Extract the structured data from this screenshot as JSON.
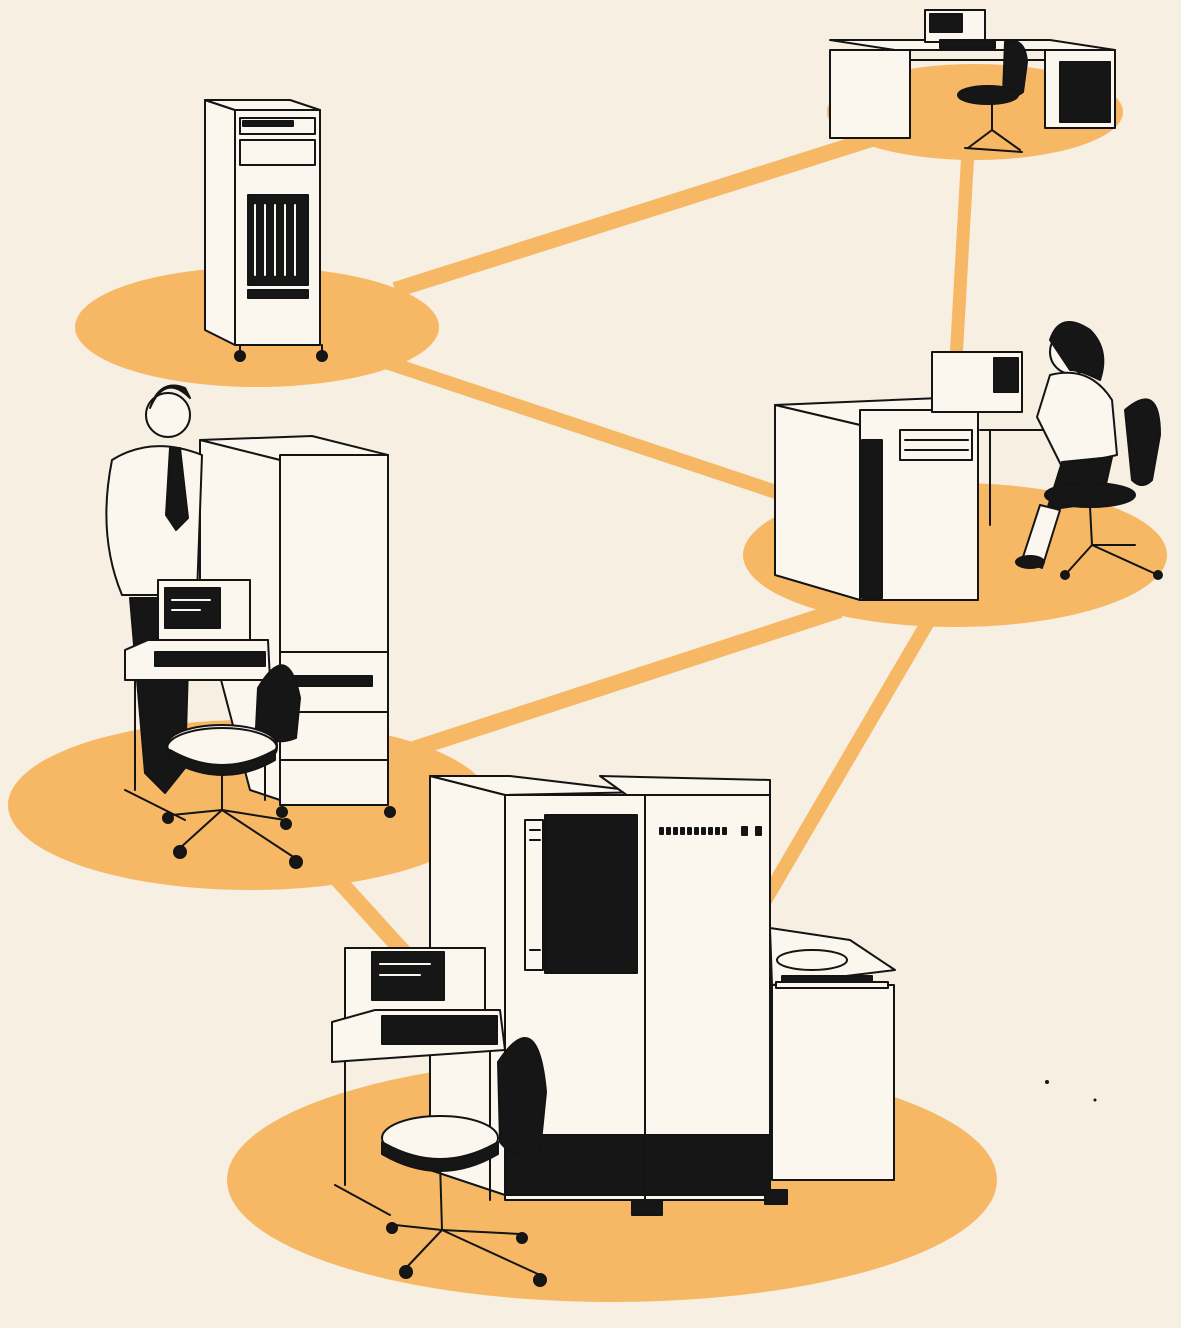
{
  "palette": {
    "background": "#f6efe2",
    "node": "#f7b865",
    "link": "#f7b865",
    "ink": "#141414",
    "cabinet": "#fbf7ee"
  },
  "network": {
    "nodes": [
      {
        "id": "rack-node",
        "equipment": "tall-rack-cabinet"
      },
      {
        "id": "desk-node",
        "equipment": "desk-terminal-with-chair"
      },
      {
        "id": "woman-node",
        "equipment": "operator-at-workstation"
      },
      {
        "id": "man-node",
        "equipment": "man-with-terminal-and-cabinet"
      },
      {
        "id": "mainframe-node",
        "equipment": "mainframe-with-disk-drive-and-terminal"
      }
    ],
    "links": [
      [
        "rack-node",
        "desk-node"
      ],
      [
        "rack-node",
        "woman-node"
      ],
      [
        "desk-node",
        "woman-node"
      ],
      [
        "man-node",
        "woman-node"
      ],
      [
        "man-node",
        "mainframe-node"
      ],
      [
        "woman-node",
        "mainframe-node"
      ]
    ]
  }
}
